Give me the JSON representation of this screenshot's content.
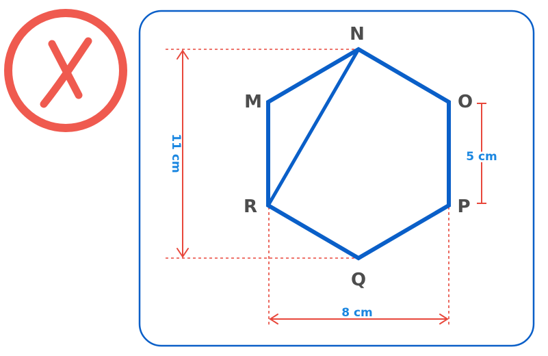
{
  "colors": {
    "shape": "#0a5fc8",
    "measure": "#e8473b",
    "measure_text": "#1a86e0",
    "vertex_text": "#4d4d4d",
    "frame": "#0a5fc8",
    "wrong_mark": "#ef5a4f"
  },
  "icon": {
    "name": "wrong-x-icon"
  },
  "vertices": {
    "N": "N",
    "M": "M",
    "O": "O",
    "R": "R",
    "P": "P",
    "Q": "Q"
  },
  "measurements": {
    "height": "11 cm",
    "side": "5 cm",
    "width": "8 cm"
  }
}
